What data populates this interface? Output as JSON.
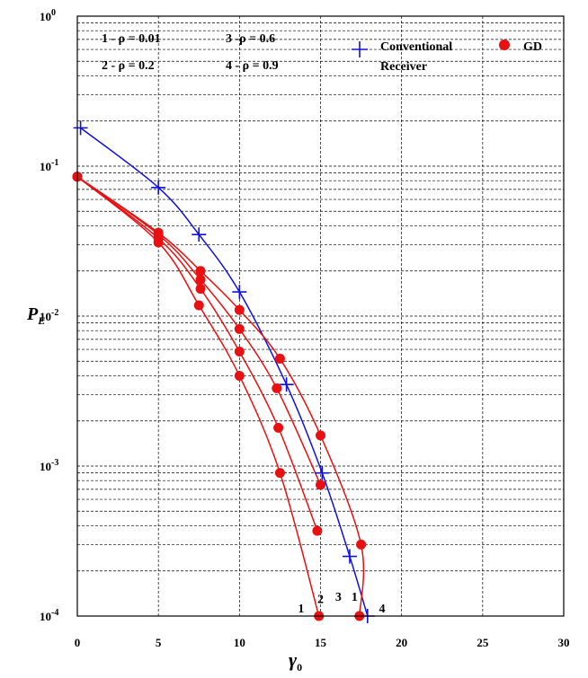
{
  "chart_data": {
    "type": "line",
    "title": "",
    "xlabel": {
      "main": "γ",
      "sub": "0"
    },
    "ylabel": {
      "main": "P",
      "sub": "E"
    },
    "xlim": [
      0,
      30
    ],
    "ylim": [
      0.0001,
      1
    ],
    "yscale": "log",
    "grid": true,
    "x_ticks": [
      "0",
      "5",
      "10",
      "15",
      "20",
      "25",
      "30"
    ],
    "y_ticks": [
      {
        "base": "10",
        "exp": "0"
      },
      {
        "base": "10",
        "exp": "-1"
      },
      {
        "base": "10",
        "exp": "-2"
      },
      {
        "base": "10",
        "exp": "-3"
      },
      {
        "base": "10",
        "exp": "-4"
      }
    ],
    "rho_labels": [
      "1 - ρ = 0.01",
      "3 -ρ = 0.6",
      "2 - ρ = 0.2",
      "4 - ρ = 0.9"
    ],
    "legend": {
      "placement": "top-right",
      "conventional": [
        "Conventional",
        "Receiver"
      ],
      "gd": "GD"
    },
    "colors": {
      "conventional": "#1010e0",
      "gd": "#e81010"
    },
    "series": [
      {
        "name": "Conventional Receiver",
        "marker": "plus",
        "x": [
          0.2,
          5,
          7.5,
          10,
          12.9,
          15.1,
          16.8,
          17.9
        ],
        "y": [
          0.18,
          0.072,
          0.035,
          0.0145,
          0.0035,
          0.0009,
          0.00025,
          0.0001
        ]
      },
      {
        "name": "1",
        "marker": "dot",
        "x": [
          0,
          5,
          7.5,
          10,
          12.5,
          14.9
        ],
        "y": [
          0.085,
          0.031,
          0.0118,
          0.004,
          0.0009,
          0.0001
        ]
      },
      {
        "name": "2",
        "marker": "dot",
        "x": [
          0,
          5,
          7.6,
          10,
          12.4,
          14.8
        ],
        "y": [
          0.085,
          0.033,
          0.0152,
          0.0058,
          0.0018,
          0.00037
        ]
      },
      {
        "name": "3",
        "marker": "dot",
        "x": [
          0,
          5,
          7.6,
          10,
          12.3,
          15
        ],
        "y": [
          0.085,
          0.035,
          0.0175,
          0.0082,
          0.0033,
          0.00075
        ]
      },
      {
        "name": "4",
        "marker": "dot",
        "x": [
          0,
          5,
          7.6,
          10,
          12.5,
          15,
          17.5,
          17.4
        ],
        "y": [
          0.085,
          0.036,
          0.02,
          0.011,
          0.0052,
          0.0016,
          0.0003,
          0.0001
        ]
      }
    ],
    "curve_labels": [
      {
        "text": "1",
        "x": 13.8,
        "y": 0.000106
      },
      {
        "text": "2",
        "x": 15.0,
        "y": 0.000122
      },
      {
        "text": "3",
        "x": 16.1,
        "y": 0.000126
      },
      {
        "text": "1",
        "x": 17.1,
        "y": 0.000126
      },
      {
        "text": "4",
        "x": 18.8,
        "y": 0.000106
      }
    ]
  }
}
